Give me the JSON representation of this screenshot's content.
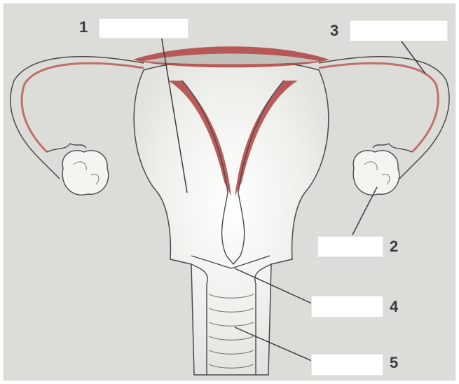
{
  "labels": [
    {
      "number": "1",
      "answer": ""
    },
    {
      "number": "2",
      "answer": ""
    },
    {
      "number": "3",
      "answer": ""
    },
    {
      "number": "4",
      "answer": ""
    },
    {
      "number": "5",
      "answer": ""
    }
  ],
  "colors": {
    "background": "#dcdcd8",
    "tissue_fill": "#ebebe6",
    "muscle_red": "#b0413f",
    "outline": "#4a4a4a",
    "label_box": "#ffffff"
  }
}
